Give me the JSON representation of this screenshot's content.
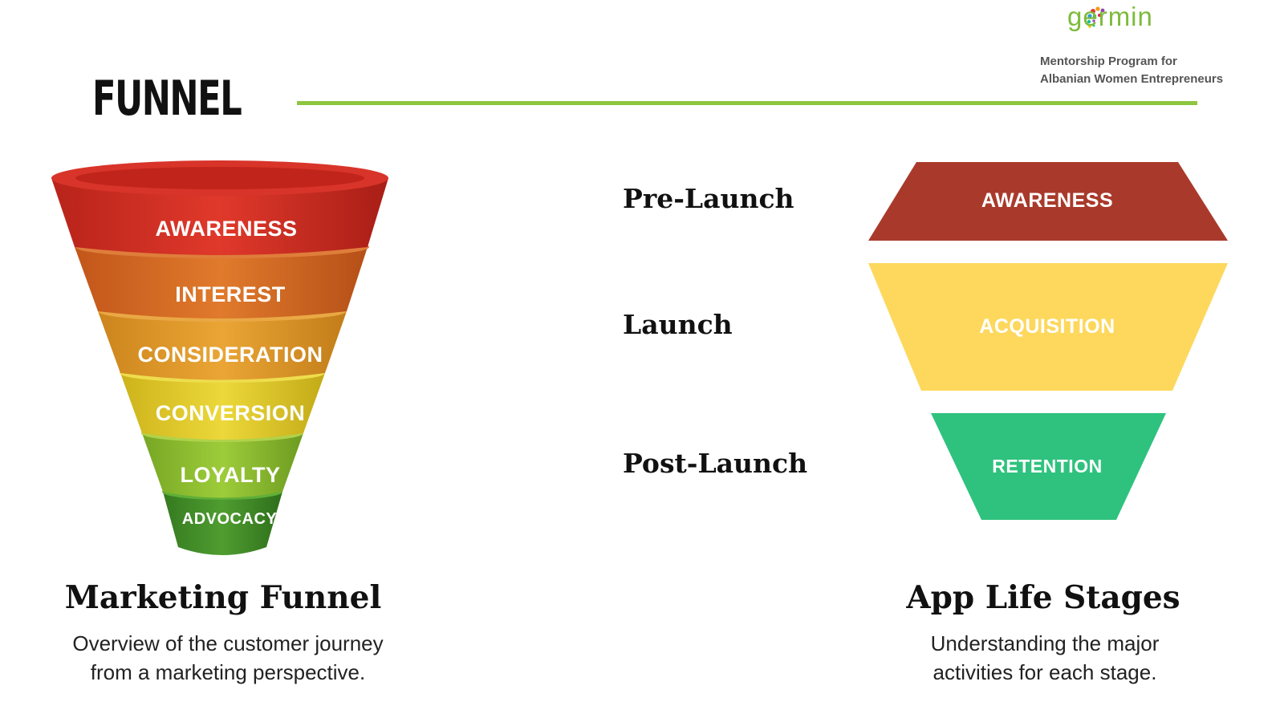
{
  "header": {
    "logo_text": "germin",
    "tagline_line1": "Mentorship Program for",
    "tagline_line2": "Albanian Women Entrepreneurs",
    "title": "FUNNEL"
  },
  "marketing_funnel": {
    "stages": [
      {
        "label": "AWARENESS",
        "color": "#c72a1f"
      },
      {
        "label": "INTEREST",
        "color": "#d4651e"
      },
      {
        "label": "CONSIDERATION",
        "color": "#d99320"
      },
      {
        "label": "CONVERSION",
        "color": "#d8c21f"
      },
      {
        "label": "LOYALTY",
        "color": "#86b72a"
      },
      {
        "label": "ADVOCACY",
        "color": "#3f8a27"
      }
    ],
    "heading": "Marketing Funnel",
    "desc_line1": "Overview of the customer journey",
    "desc_line2": "from a marketing perspective."
  },
  "app_stages": {
    "phases": [
      {
        "phase": "Pre-Launch",
        "label": "AWARENESS",
        "color": "#a93a2b"
      },
      {
        "phase": "Launch",
        "label": "ACQUISITION",
        "color": "#fdd85d"
      },
      {
        "phase": "Post-Launch",
        "label": "RETENTION",
        "color": "#2ec27e"
      }
    ],
    "heading": "App Life Stages",
    "desc_line1": "Understanding the major",
    "desc_line2": "activities for each stage."
  }
}
